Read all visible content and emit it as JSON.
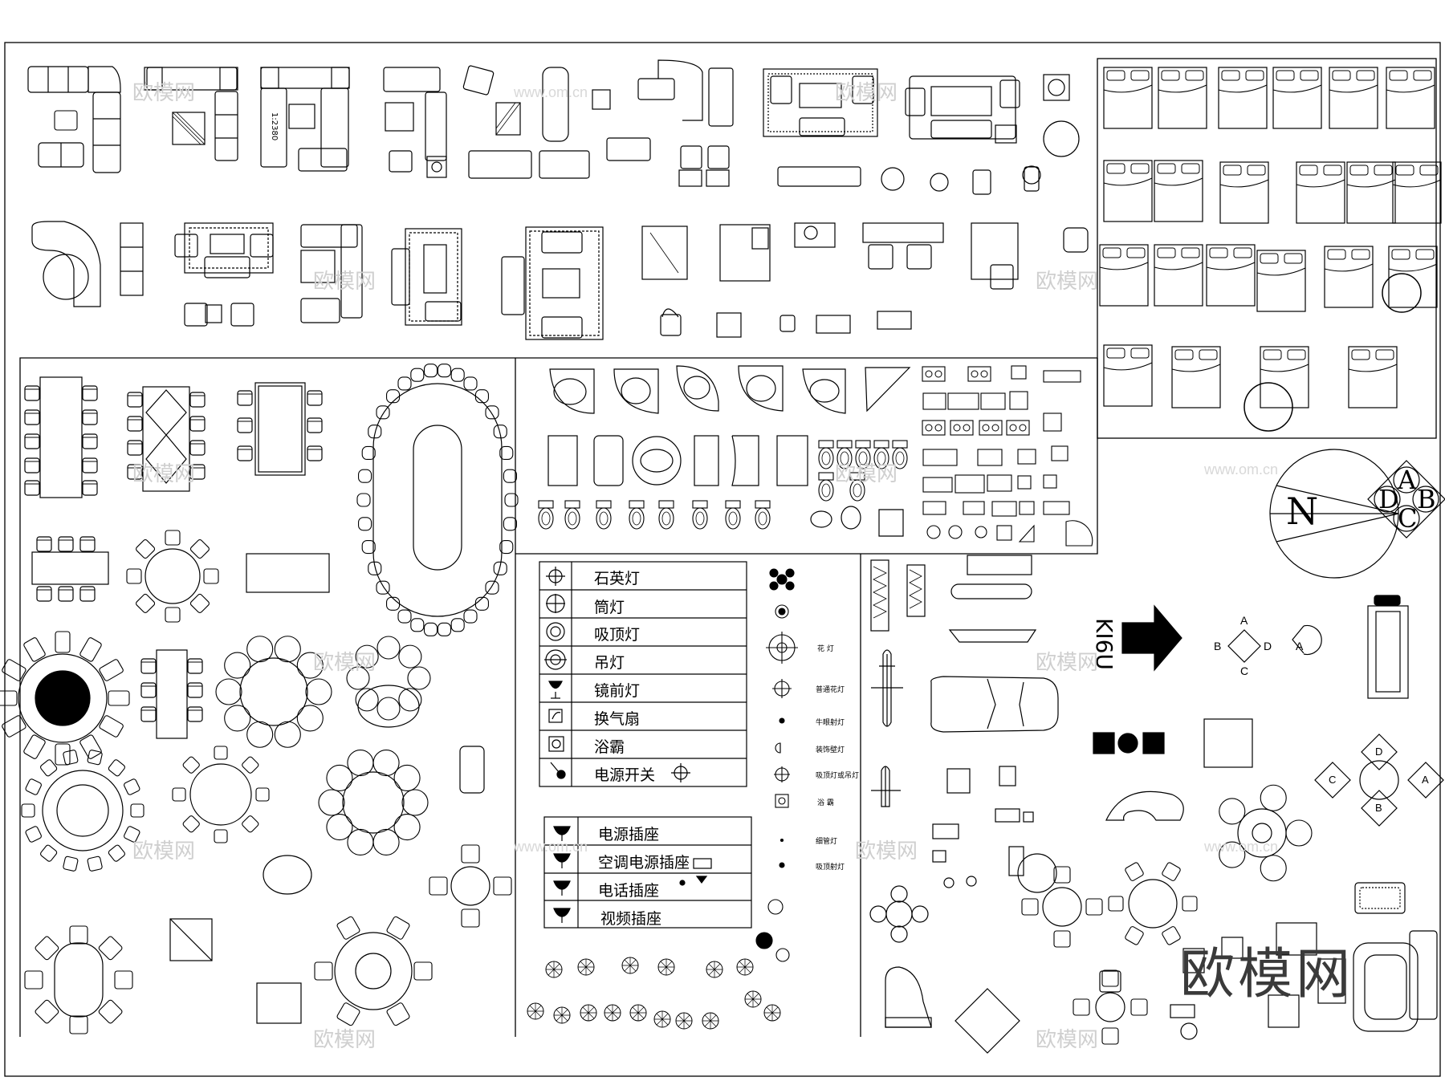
{
  "legend_lights": [
    {
      "label": "石英灯",
      "icon": "quartz-lamp-icon"
    },
    {
      "label": "筒灯",
      "icon": "downlight-icon"
    },
    {
      "label": "吸顶灯",
      "icon": "ceiling-lamp-icon"
    },
    {
      "label": "吊灯",
      "icon": "pendant-lamp-icon"
    },
    {
      "label": "镜前灯",
      "icon": "mirror-lamp-icon"
    },
    {
      "label": "换气扇",
      "icon": "exhaust-fan-icon"
    },
    {
      "label": "浴霸",
      "icon": "bath-heater-icon"
    },
    {
      "label": "电源开关",
      "icon": "power-switch-icon"
    }
  ],
  "legend_sockets": [
    {
      "label": "电源插座",
      "icon": "power-socket-icon"
    },
    {
      "label": "空调电源插座",
      "icon": "ac-socket-icon"
    },
    {
      "label": "电话插座",
      "icon": "phone-socket-icon"
    },
    {
      "label": "视频插座",
      "icon": "video-socket-icon"
    }
  ],
  "ceiling_fixtures": [
    {
      "label": "花 灯",
      "icon": "flower-lamp-icon"
    },
    {
      "label": "普通花灯",
      "icon": "ordinary-flower-lamp-icon"
    },
    {
      "label": "牛眼射灯",
      "icon": "bullseye-spotlight-icon"
    },
    {
      "label": "装饰壁灯",
      "icon": "decorative-wall-lamp-icon"
    },
    {
      "label": "吸顶灯或吊灯",
      "icon": "ceiling-or-pendant-lamp-icon"
    },
    {
      "label": "浴 霸",
      "icon": "bath-heater-icon"
    },
    {
      "label": "细管灯",
      "icon": "thin-tube-lamp-icon"
    },
    {
      "label": "吸顶射灯",
      "icon": "ceiling-spotlight-icon"
    }
  ],
  "compass": {
    "north_letter": "N"
  },
  "diamond_symbol": {
    "top": "A",
    "right": "B",
    "bottom": "C",
    "left": "D"
  },
  "section_marker": {
    "top": "A",
    "left": "B",
    "right": "D",
    "bottom": "C"
  },
  "small_marker": {
    "letter": "A"
  },
  "circle_marker": {
    "top": "D",
    "left": "C",
    "right": "A",
    "bottom": "B"
  },
  "sofa_note": "1:2380",
  "vertical_mark": "KI6U",
  "watermarks": {
    "cn": "欧模网",
    "url": "www.om.cn"
  },
  "brand": "欧模网",
  "colors": {
    "line": "#000000",
    "watermark": "#cfcfcf",
    "background": "#ffffff"
  }
}
